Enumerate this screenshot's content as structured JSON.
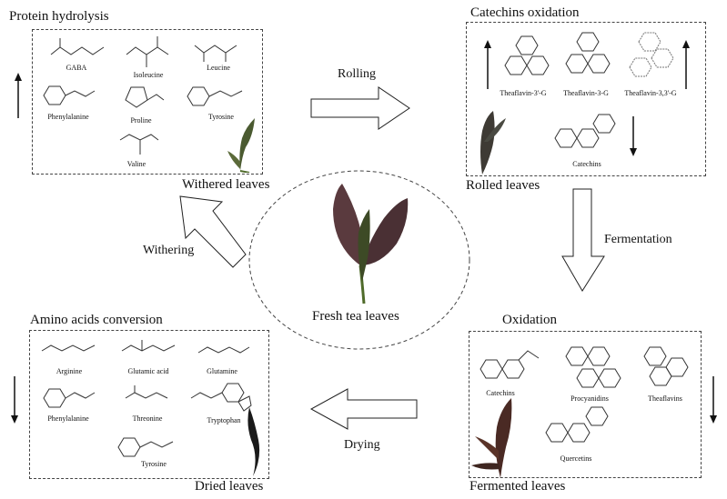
{
  "center": {
    "label": "Fresh tea leaves"
  },
  "steps": {
    "rolling": "Rolling",
    "fermentation": "Fermentation",
    "drying": "Drying",
    "withering": "Withering"
  },
  "panels": {
    "protein_hydrolysis": {
      "title": "Protein hydrolysis",
      "stage": "Withered leaves",
      "trend": "up",
      "compounds": [
        "GABA",
        "Isoleucine",
        "Leucine",
        "Phenylalanine",
        "Proline",
        "Tyrosine",
        "Valine"
      ]
    },
    "catechins_oxidation": {
      "title": "Catechins oxidation",
      "stage": "Rolled leaves",
      "compounds_up": [
        "Theaflavin-3'-G",
        "Theaflavin-3-G",
        "Theaflavin-3,3'-G"
      ],
      "compounds_down": [
        "Catechins"
      ]
    },
    "oxidation": {
      "title": "Oxidation",
      "stage": "Fermented leaves",
      "trend": "down",
      "compounds": [
        "Catechins",
        "Procyanidins",
        "Theaflavins",
        "Quercetins"
      ]
    },
    "amino_acids_conversion": {
      "title": "Amino acids conversion",
      "stage": "Dried leaves",
      "trend": "down",
      "compounds": [
        "Arginine",
        "Glutamic acid",
        "Glutamine",
        "Phenylalanine",
        "Threonine",
        "Tryptophan",
        "Tyrosine"
      ]
    }
  },
  "colors": {
    "leaf": "#5a3a3e",
    "leaf_dark": "#3a2a2c",
    "stem": "#4f6b2a",
    "line": "#333333"
  }
}
